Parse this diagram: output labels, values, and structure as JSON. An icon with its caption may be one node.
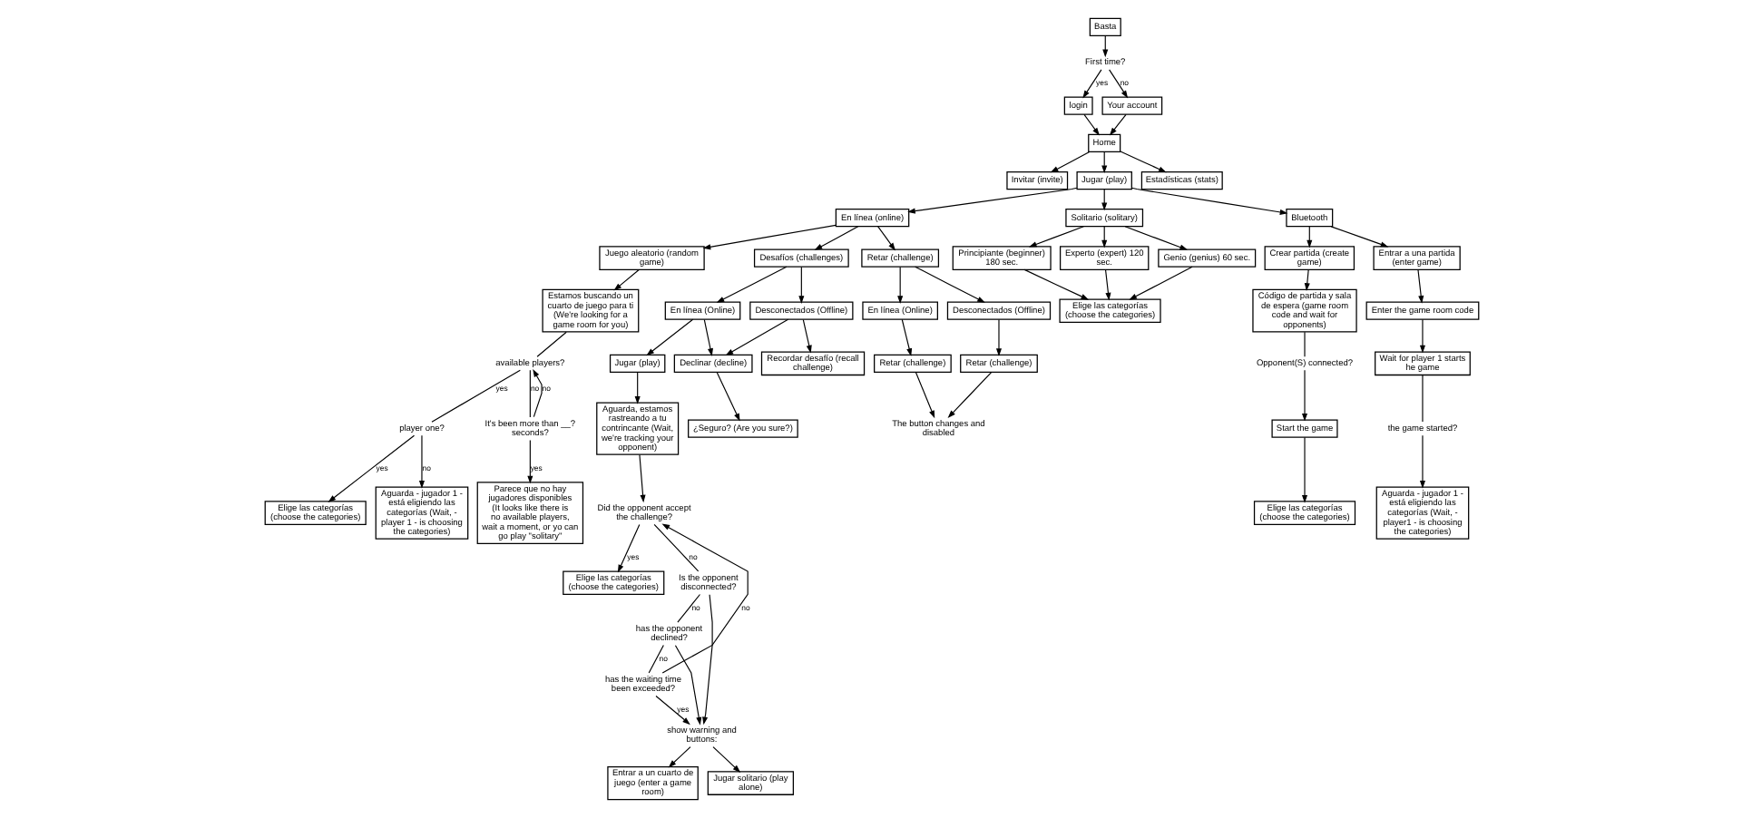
{
  "diagram": {
    "nodes": [
      {
        "text": [
          "Basta"
        ]
      },
      {
        "text": [
          "First time?"
        ]
      },
      {
        "text": [
          "login"
        ]
      },
      {
        "text": [
          "Your account"
        ]
      },
      {
        "text": [
          "Home"
        ]
      },
      {
        "text": [
          "Invitar (invite)"
        ]
      },
      {
        "text": [
          "Jugar (play)"
        ]
      },
      {
        "text": [
          "Estadísticas (stats)"
        ]
      },
      {
        "text": [
          "En línea (online)"
        ]
      },
      {
        "text": [
          "Solitario (solitary)"
        ]
      },
      {
        "text": [
          "Bluetooth"
        ]
      },
      {
        "text": [
          "Juego aleatorio (random game)"
        ]
      },
      {
        "text": [
          "Desafíos (challenges)"
        ]
      },
      {
        "text": [
          "Retar (challenge)"
        ]
      },
      {
        "text": [
          "Estamos buscando un cuarto de juego para ti (We're looking for a game room for you)"
        ]
      },
      {
        "text": [
          "available players?"
        ]
      },
      {
        "text": [
          "player one?"
        ]
      },
      {
        "text": [
          "It's been more than __? seconds?"
        ]
      },
      {
        "text": [
          "Elige las categorías (choose the categories)"
        ]
      },
      {
        "text": [
          "Aguarda - jugador 1 - está eligiendo las categorías (Wait, - player 1 - is choosing the categories)"
        ]
      },
      {
        "text": [
          "Parece que no hay jugadores disponibles (It looks like there is no available players, wait a moment, or yo can go play \"solitary\""
        ]
      },
      {
        "text": [
          "En línea (Online)"
        ]
      },
      {
        "text": [
          "Desconectados (Offline)"
        ]
      },
      {
        "text": [
          "Jugar (play)"
        ]
      },
      {
        "text": [
          "Declinar (decline)"
        ]
      },
      {
        "text": [
          "Recordar desafío (recall challenge)"
        ]
      },
      {
        "text": [
          "Aguarda, estamos rastreando a tu contrincante (Wait, we're tracking your opponent)"
        ]
      },
      {
        "text": [
          "¿Seguro? (Are you sure?)"
        ]
      },
      {
        "text": [
          "Did the opponent accept the challenge?"
        ]
      },
      {
        "text": [
          "Elige las categorías (choose the categories)"
        ]
      },
      {
        "text": [
          "Is the opponent disconnected?"
        ]
      },
      {
        "text": [
          "has the opponent declined?"
        ]
      },
      {
        "text": [
          "has the waiting time been exceeded?"
        ]
      },
      {
        "text": [
          "show warning and buttons:"
        ]
      },
      {
        "text": [
          "Entrar a un cuarto de juego (enter a game room)"
        ]
      },
      {
        "text": [
          "Jugar solitario (play alone)"
        ]
      },
      {
        "text": [
          "En línea (Online)"
        ]
      },
      {
        "text": [
          "Desconectados (Offline)"
        ]
      },
      {
        "text": [
          "Retar (challenge)"
        ]
      },
      {
        "text": [
          "Retar (challenge)"
        ]
      },
      {
        "text": [
          "The button changes and disabled"
        ]
      },
      {
        "text": [
          "Principiante (beginner) 180 sec."
        ]
      },
      {
        "text": [
          "Experto (expert) 120 sec."
        ]
      },
      {
        "text": [
          "Genio (genius) 60 sec."
        ]
      },
      {
        "text": [
          "Elige las categorías (choose the categories)"
        ]
      },
      {
        "text": [
          "Crear partida (create game)"
        ]
      },
      {
        "text": [
          "Entrar a una partida (enter game)"
        ]
      },
      {
        "text": [
          "Código de partida y sala de espera (game room code and wait for opponents)"
        ]
      },
      {
        "text": [
          "Opponent(S) connected?"
        ]
      },
      {
        "text": [
          "Start the game"
        ]
      },
      {
        "text": [
          "Elige las categorías (choose the categories)"
        ]
      },
      {
        "text": [
          "Enter the game room code"
        ]
      },
      {
        "text": [
          "Wait for player 1 starts he game"
        ]
      },
      {
        "text": [
          "the game started?"
        ]
      },
      {
        "text": [
          "Aguarda - jugador 1 - está eligiendo las categorías (Wait, - player1 - is choosing the categories)"
        ]
      }
    ],
    "edges": [
      {
        "from": 0,
        "to": 1,
        "arrow": "to"
      },
      {
        "from": 1,
        "to": 2,
        "arrow": "to",
        "label": "yes"
      },
      {
        "from": 1,
        "to": 3,
        "arrow": "to",
        "label": "no"
      },
      {
        "from": 2,
        "to": 4,
        "arrow": "to"
      },
      {
        "from": 3,
        "to": 4,
        "arrow": "to"
      },
      {
        "from": 4,
        "to": 5,
        "arrow": "to"
      },
      {
        "from": 4,
        "to": 6,
        "arrow": "to"
      },
      {
        "from": 4,
        "to": 7,
        "arrow": "to"
      },
      {
        "from": 6,
        "to": 8,
        "arrow": "to"
      },
      {
        "from": 6,
        "to": 9,
        "arrow": "to"
      },
      {
        "from": 6,
        "to": 10,
        "arrow": "to"
      },
      {
        "from": 8,
        "to": 11,
        "arrow": "to"
      },
      {
        "from": 8,
        "to": 12,
        "arrow": "to"
      },
      {
        "from": 8,
        "to": 13,
        "arrow": "to"
      },
      {
        "from": 11,
        "to": 14,
        "arrow": "to"
      },
      {
        "from": 14,
        "to": 15,
        "arrow": "none"
      },
      {
        "from": 15,
        "to": 16,
        "arrow": "none",
        "label": "yes"
      },
      {
        "from": 15,
        "to": 17,
        "arrow": "none",
        "label": "no"
      },
      {
        "from": 16,
        "to": 18,
        "arrow": "to",
        "label": "yes"
      },
      {
        "from": 16,
        "to": 19,
        "arrow": "to",
        "label": "no"
      },
      {
        "from": 17,
        "to": 20,
        "arrow": "to",
        "label": "yes"
      },
      {
        "from": 17,
        "to": 15,
        "arrow": "to",
        "label": "no"
      },
      {
        "from": 12,
        "to": 21,
        "arrow": "to"
      },
      {
        "from": 12,
        "to": 22,
        "arrow": "to"
      },
      {
        "from": 21,
        "to": 23,
        "arrow": "to"
      },
      {
        "from": 21,
        "to": 24,
        "arrow": "to"
      },
      {
        "from": 22,
        "to": 24,
        "arrow": "to"
      },
      {
        "from": 22,
        "to": 25,
        "arrow": "to"
      },
      {
        "from": 23,
        "to": 26,
        "arrow": "to"
      },
      {
        "from": 24,
        "to": 27,
        "arrow": "to"
      },
      {
        "from": 26,
        "to": 28,
        "arrow": "to"
      },
      {
        "from": 28,
        "to": 29,
        "arrow": "to",
        "label": "yes"
      },
      {
        "from": 28,
        "to": 30,
        "arrow": "none",
        "label": "no"
      },
      {
        "from": 30,
        "to": 31,
        "arrow": "none",
        "label": "no"
      },
      {
        "from": 31,
        "to": 32,
        "arrow": "none",
        "label": "no"
      },
      {
        "from": 32,
        "to": 28,
        "arrow": "to",
        "label": "no"
      },
      {
        "from": 30,
        "to": 33,
        "arrow": "to"
      },
      {
        "from": 31,
        "to": 33,
        "arrow": "to"
      },
      {
        "from": 32,
        "to": 33,
        "arrow": "to",
        "label": "yes"
      },
      {
        "from": 33,
        "to": 34,
        "arrow": "to"
      },
      {
        "from": 33,
        "to": 35,
        "arrow": "to"
      },
      {
        "from": 13,
        "to": 36,
        "arrow": "to"
      },
      {
        "from": 13,
        "to": 37,
        "arrow": "to"
      },
      {
        "from": 36,
        "to": 38,
        "arrow": "to"
      },
      {
        "from": 37,
        "to": 39,
        "arrow": "to"
      },
      {
        "from": 38,
        "to": 40,
        "arrow": "to"
      },
      {
        "from": 39,
        "to": 40,
        "arrow": "to"
      },
      {
        "from": 9,
        "to": 41,
        "arrow": "to"
      },
      {
        "from": 9,
        "to": 42,
        "arrow": "to"
      },
      {
        "from": 9,
        "to": 43,
        "arrow": "to"
      },
      {
        "from": 41,
        "to": 44,
        "arrow": "to"
      },
      {
        "from": 42,
        "to": 44,
        "arrow": "to"
      },
      {
        "from": 43,
        "to": 44,
        "arrow": "to"
      },
      {
        "from": 10,
        "to": 45,
        "arrow": "to"
      },
      {
        "from": 10,
        "to": 46,
        "arrow": "to"
      },
      {
        "from": 45,
        "to": 47,
        "arrow": "to"
      },
      {
        "from": 47,
        "to": 48,
        "arrow": "none"
      },
      {
        "from": 48,
        "to": 49,
        "arrow": "to"
      },
      {
        "from": 49,
        "to": 50,
        "arrow": "to"
      },
      {
        "from": 46,
        "to": 51,
        "arrow": "to"
      },
      {
        "from": 51,
        "to": 52,
        "arrow": "to"
      },
      {
        "from": 52,
        "to": 53,
        "arrow": "none"
      },
      {
        "from": 53,
        "to": 54,
        "arrow": "to"
      }
    ]
  }
}
